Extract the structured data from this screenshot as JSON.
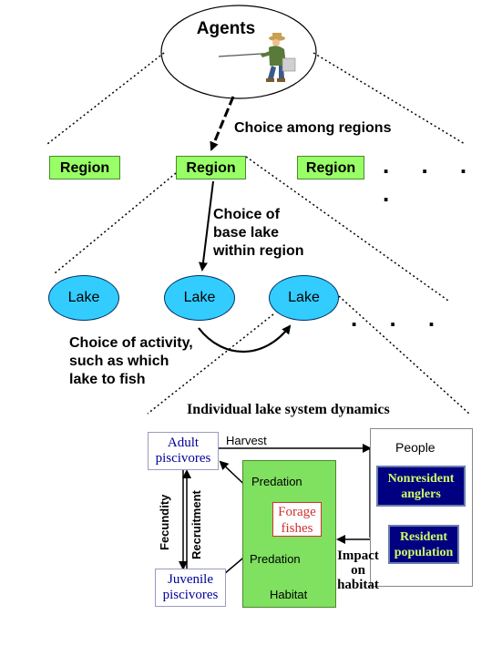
{
  "agents": {
    "title": "Agents",
    "icon": "fisherman-icon"
  },
  "choices": {
    "regions": "Choice among regions",
    "base_lake": [
      "Choice of",
      "base lake",
      "within region"
    ],
    "activity": [
      "Choice of activity,",
      "such as which",
      "lake to fish"
    ]
  },
  "regions": [
    "Region",
    "Region",
    "Region"
  ],
  "lakes": [
    "Lake",
    "Lake",
    "Lake"
  ],
  "continuation": ". . . .",
  "continuation_lakes": ". . .",
  "subsystem": {
    "title": "Individual lake system dynamics",
    "adult": [
      "Adult",
      "piscivores"
    ],
    "juvenile": [
      "Juvenile",
      "piscivores"
    ],
    "forage": [
      "Forage",
      "fishes"
    ],
    "harvest": "Harvest",
    "predation_top": "Predation",
    "predation_bottom": "Predation",
    "habitat": "Habitat",
    "fecundity": "Fecundity",
    "recruitment": "Recruitment",
    "people": "People",
    "nonresident": [
      "Nonresident",
      "anglers"
    ],
    "resident": [
      "Resident",
      "population"
    ],
    "impact": [
      "Impact",
      "on",
      "habitat"
    ]
  },
  "colors": {
    "region_fill": "#99ff66",
    "lake_fill": "#33ccff",
    "habitat_fill": "#80e060",
    "navy_fill": "#000080",
    "navy_text": "#ccff66",
    "forage_text": "#cc3333",
    "piscivore_text": "#000099"
  }
}
